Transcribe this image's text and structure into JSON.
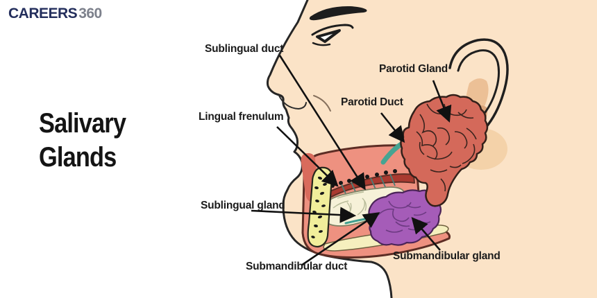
{
  "brand": {
    "logo_primary": "CAREERS",
    "logo_accent": "360"
  },
  "title": {
    "line1": "Salivary",
    "line2": "Glands"
  },
  "diagram": {
    "labels": {
      "sublingual_duct": "Sublingual duct",
      "lingual_frenulum": "Lingual frenulum",
      "parotid_gland": "Parotid Gland",
      "parotid_duct": "Parotid Duct",
      "sublingual_gland": "Sublingual gland",
      "submandibular_duct": "Submandibular duct",
      "submandibular_gland": "Submandibular gland"
    },
    "colors": {
      "skin": "#fbe3c7",
      "outline": "#262626",
      "mouth": "#ee9180",
      "mouth_dark_fold": "#a93a30",
      "lip_fold": "#d96b5c",
      "parotid_gland": "#d4695a",
      "parotid_duct": "#46a492",
      "sublingual_gland": "#f6f1d8",
      "submandibular_gland": "#a55cb8",
      "submandibular_duct": "#3f9e8f",
      "teeth": "#f1ee9b",
      "mandible": "#f5efbe",
      "ear_shading": "#ecc096",
      "label_text": "#1b1b1b",
      "logo_primary": "#232e5c",
      "logo_accent": "#7d818c",
      "background": "#ffffff"
    }
  }
}
